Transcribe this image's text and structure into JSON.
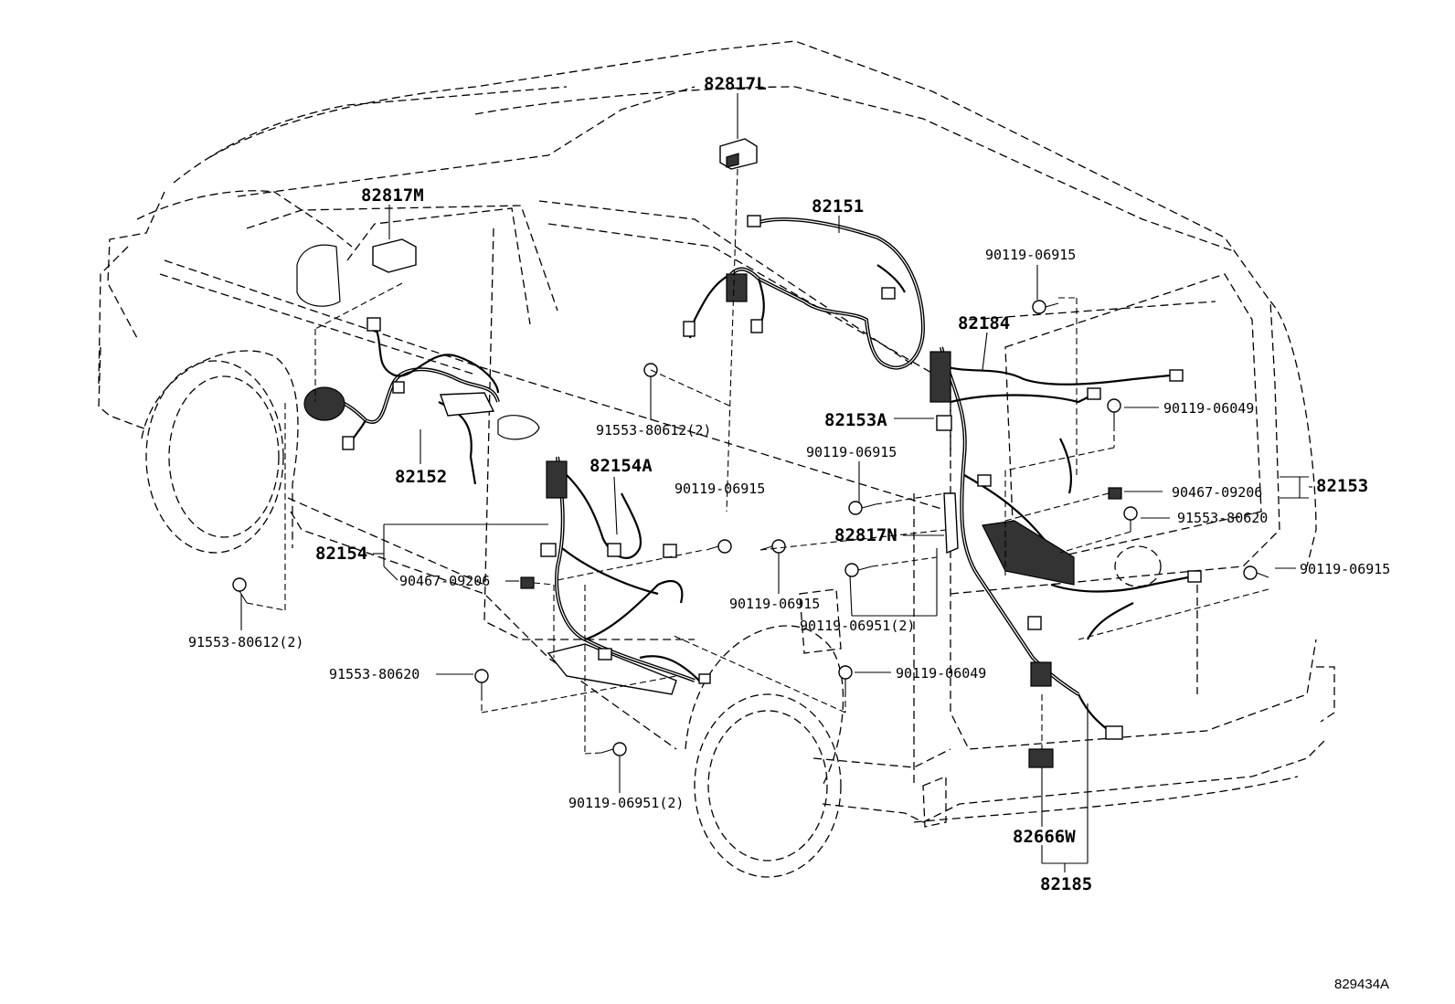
{
  "labels": {
    "p82817L": "82817L",
    "p82817M": "82817M",
    "p82151": "82151",
    "p90119_06915_a": "90119-06915",
    "p82184": "82184",
    "p82153A": "82153A",
    "p90119_06049_a": "90119-06049",
    "p91553_80612_a": "91553-80612(2)",
    "p82152": "82152",
    "p82154A": "82154A",
    "p90119_06915_b": "90119-06915",
    "p90119_06915_c": "90119-06915",
    "p82153": "82153",
    "p90467_09206_a": "90467-09206",
    "p82817N": "82817N",
    "p91553_80620_a": "91553-80620",
    "p82154": "82154",
    "p90467_09206_b": "90467-09206",
    "p90119_06915_d": "90119-06915",
    "p90119_06915_e": "90119-06915",
    "p90119_06951_a": "90119-06951(2)",
    "p91553_80612_b": "91553-80612(2)",
    "p91553_80620_b": "91553-80620",
    "p90119_06049_b": "90119-06049",
    "p90119_06951_b": "90119-06951(2)",
    "p82666W": "82666W",
    "p82185": "82185"
  },
  "figure_ref": "829434A"
}
